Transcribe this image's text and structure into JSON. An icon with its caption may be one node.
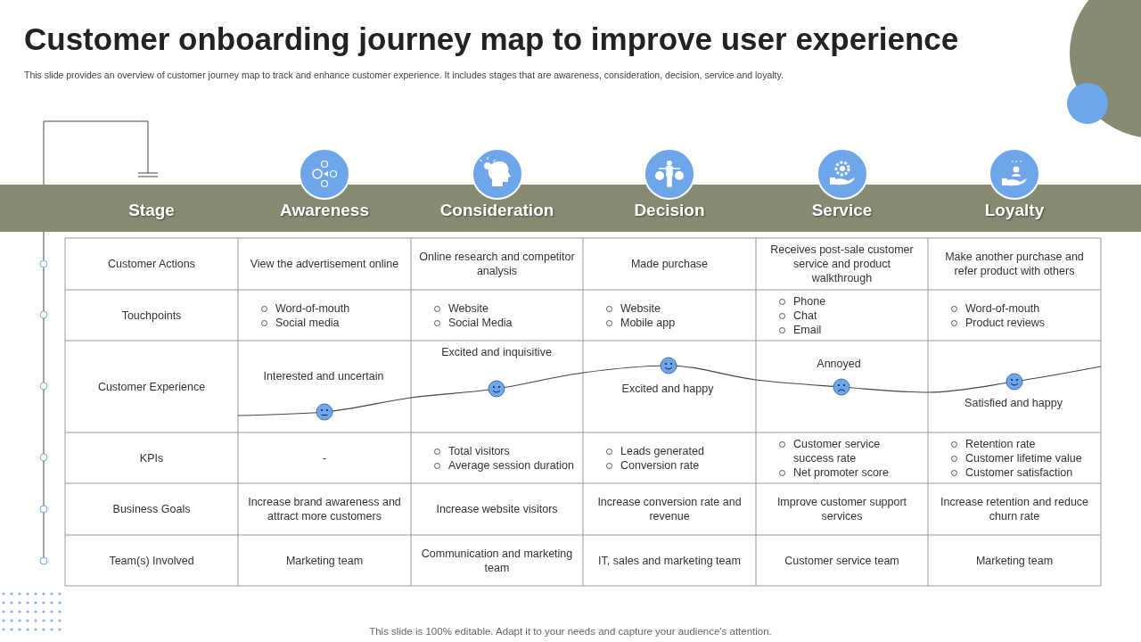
{
  "diagram": {
    "title": "Customer onboarding journey map to improve user experience",
    "nodes": [
      {
        "text": [
          "Stage",
          "Awareness",
          "Consideration",
          "Decision",
          "Service",
          "Loyalty"
        ]
      }
    ],
    "labels": [
      "This slide provides an overview of customer journey map to track and enhance customer experience. It includes stages that are awareness, consideration, decision, service and loyalty.",
      "Customer Actions",
      "View the advertisement online",
      "Online research and competitor analysis",
      "Made purchase",
      "Receives post-sale customer service and product walkthrough",
      "Make another purchase and refer product with others",
      "Touchpoints",
      "Word-of-mouth",
      "Social media",
      "Website",
      "Social Media",
      "Website",
      "Mobile app",
      "Phone",
      "Chat",
      "Email",
      "Word-of-mouth",
      "Product reviews",
      "Customer Experience",
      "Interested and uncertain",
      "Excited and inquisitive",
      "Excited and happy",
      "Annoyed",
      "Satisfied and happy",
      "KPIs",
      "-",
      "Total visitors",
      "Average session duration",
      "Leads generated",
      "Conversion rate",
      "Customer service success rate",
      "Net promoter score",
      "Retention rate",
      "Customer lifetime value",
      "Customer satisfaction",
      "Business Goals",
      "Increase brand awareness and attract more customers",
      "Increase website visitors",
      "Increase conversion rate and revenue",
      "Improve customer support services",
      "Increase retention and reduce churn rate",
      "Team(s) Involved",
      "Marketing team",
      "Communication and marketing team",
      "IT, sales and marketing team",
      "Customer service team",
      "Marketing team",
      "This slide is 100% editable. Adapt it to your needs and capture your audience's attention."
    ]
  }
}
